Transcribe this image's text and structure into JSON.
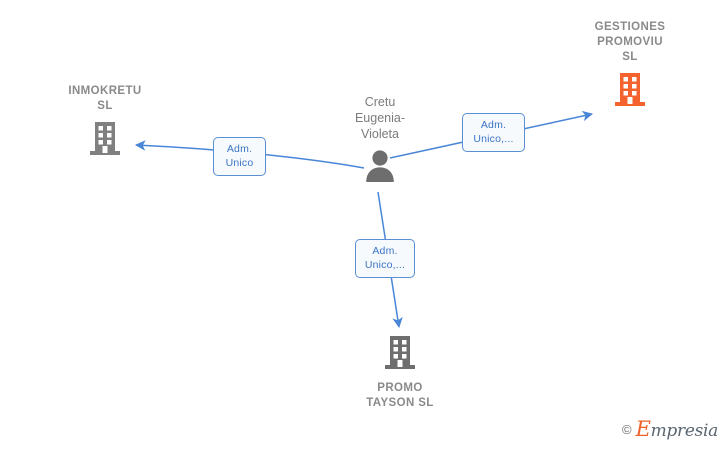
{
  "diagram": {
    "type": "relationship-graph",
    "background_color": "#ffffff",
    "nodes": [
      {
        "id": "inmokretu",
        "label": "INMOKRETU\nSL",
        "kind": "company",
        "icon": "building-icon",
        "color": "#808080"
      },
      {
        "id": "gestiones",
        "label": "GESTIONES\nPROMOVIU\nSL",
        "kind": "company",
        "icon": "building-icon",
        "color": "#f4622d"
      },
      {
        "id": "person",
        "label": "Cretu\nEugenia-\nVioleta",
        "kind": "person",
        "icon": "person-icon",
        "color": "#6e6e6e"
      },
      {
        "id": "promotayson",
        "label": "PROMO\nTAYSON  SL",
        "kind": "company",
        "icon": "building-icon",
        "color": "#6e6e6e"
      }
    ],
    "edges": [
      {
        "id": "edge-inmokretu",
        "from": "person",
        "to": "inmokretu",
        "label": "Adm.\nUnico",
        "color": "#4a86d8"
      },
      {
        "id": "edge-gestiones",
        "from": "person",
        "to": "gestiones",
        "label": "Adm.\nUnico,...",
        "color": "#4a86d8"
      },
      {
        "id": "edge-promotayson",
        "from": "person",
        "to": "promotayson",
        "label": "Adm.\nUnico,...",
        "color": "#4a86d8"
      }
    ]
  },
  "watermark": {
    "copyright": "©",
    "brand_initial": "E",
    "brand_rest": "mpresia",
    "accent_color": "#f0622b"
  }
}
